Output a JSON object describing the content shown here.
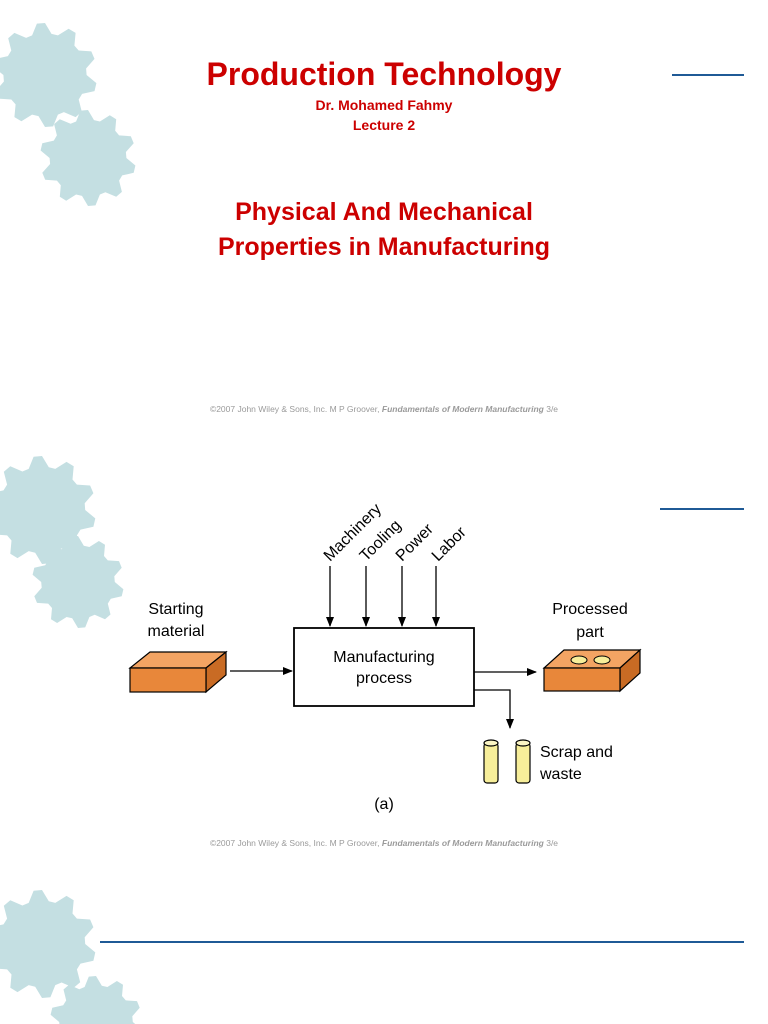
{
  "slide1": {
    "title": "Production Technology",
    "author": "Dr. Mohamed Fahmy",
    "lecture": "Lecture 2",
    "topic_line1": "Physical And Mechanical",
    "topic_line2": "Properties in Manufacturing"
  },
  "credit": {
    "prefix": "©2007 John Wiley & Sons, Inc.  M P Groover, ",
    "book": "Fundamentals of Modern Manufacturing",
    "suffix": " 3/e"
  },
  "diagram": {
    "inputs": [
      "Machinery",
      "Tooling",
      "Power",
      "Labor"
    ],
    "starting_line1": "Starting",
    "starting_line2": "material",
    "process_line1": "Manufacturing",
    "process_line2": "process",
    "processed_line1": "Processed",
    "processed_line2": "part",
    "scrap_line1": "Scrap and",
    "scrap_line2": "waste",
    "caption": "(a)"
  },
  "colors": {
    "title_red": "#cc0000",
    "gear_fill": "#c4dfe2",
    "rule_blue": "#1f5a96",
    "brick_orange": "#e8873a",
    "scrap_yellow": "#f7ee9a"
  }
}
